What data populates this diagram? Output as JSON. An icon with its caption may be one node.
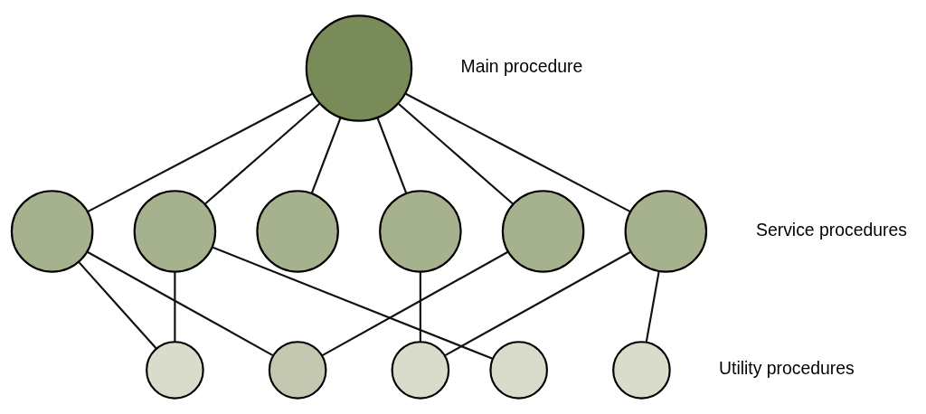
{
  "diagram": {
    "nodes": [
      {
        "text": [],
        "shape": "circle"
      },
      {
        "text": [],
        "shape": "circle"
      },
      {
        "text": [],
        "shape": "circle"
      },
      {
        "text": [],
        "shape": "circle"
      },
      {
        "text": [],
        "shape": "circle"
      },
      {
        "text": [],
        "shape": "circle"
      },
      {
        "text": [],
        "shape": "circle"
      },
      {
        "text": [],
        "shape": "circle"
      },
      {
        "text": [],
        "shape": "circle"
      },
      {
        "text": [],
        "shape": "circle"
      },
      {
        "text": [],
        "shape": "circle"
      },
      {
        "text": [],
        "shape": "circle"
      }
    ],
    "edges": [
      {
        "from": 0,
        "to": 1,
        "arrow": "none"
      },
      {
        "from": 0,
        "to": 2,
        "arrow": "none"
      },
      {
        "from": 0,
        "to": 3,
        "arrow": "none"
      },
      {
        "from": 0,
        "to": 4,
        "arrow": "none"
      },
      {
        "from": 0,
        "to": 5,
        "arrow": "none"
      },
      {
        "from": 0,
        "to": 6,
        "arrow": "none"
      },
      {
        "from": 1,
        "to": 7,
        "arrow": "none"
      },
      {
        "from": 1,
        "to": 8,
        "arrow": "none"
      },
      {
        "from": 2,
        "to": 7,
        "arrow": "none"
      },
      {
        "from": 2,
        "to": 10,
        "arrow": "none"
      },
      {
        "from": 4,
        "to": 9,
        "arrow": "none"
      },
      {
        "from": 5,
        "to": 8,
        "arrow": "none"
      },
      {
        "from": 6,
        "to": 9,
        "arrow": "none"
      },
      {
        "from": 6,
        "to": 11,
        "arrow": "none"
      }
    ],
    "labels": [
      "Main procedure",
      "Service procedures",
      "Utility procedures"
    ]
  }
}
